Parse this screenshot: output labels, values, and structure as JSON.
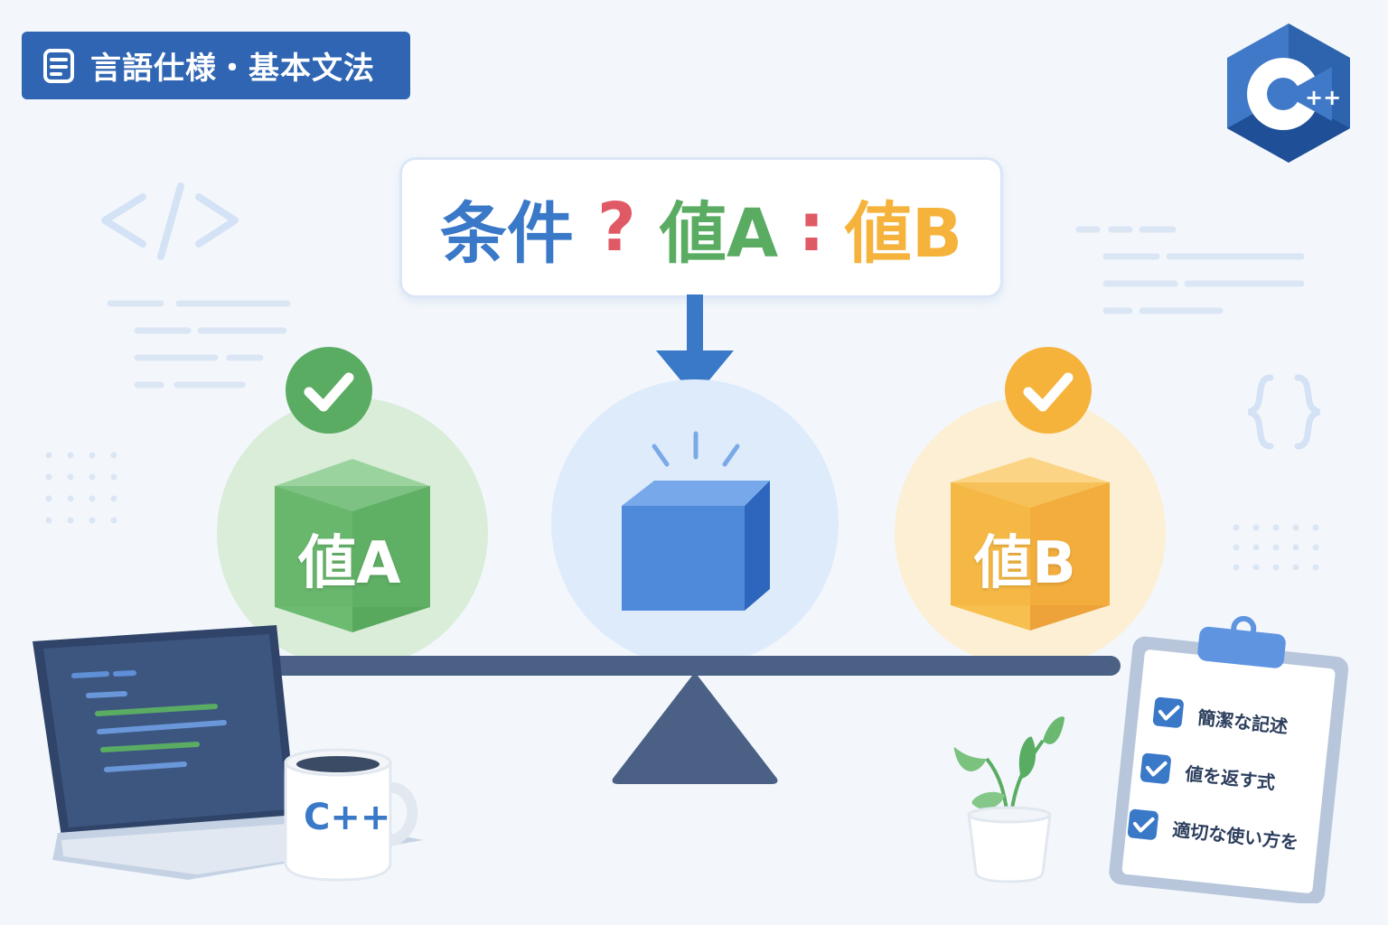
{
  "badge": {
    "label": "言語仕様・基本文法",
    "icon": "document-icon",
    "color": "#2f65b3"
  },
  "logo": {
    "letter": "C",
    "suffix": "++"
  },
  "expression": {
    "condition": "条件",
    "question": "?",
    "value_a": "値A",
    "colon": ":",
    "value_b": "値B",
    "colors": {
      "condition": "#3a78c8",
      "question": "#e05a66",
      "value_a": "#5aac63",
      "colon": "#e05a66",
      "value_b": "#f5b33c"
    }
  },
  "cubes": {
    "a_label": "値A",
    "b_label": "値B"
  },
  "code_symbols": {
    "tag": "</>",
    "braces": "{ }"
  },
  "mug": {
    "label": "C++"
  },
  "checklist": {
    "items": [
      "簡潔な記述",
      "値を返す式",
      "適切な使い方を"
    ]
  },
  "colors": {
    "green": "#5aac63",
    "blue": "#3a78c8",
    "orange": "#f5b33c",
    "dark": "#4a6185"
  }
}
